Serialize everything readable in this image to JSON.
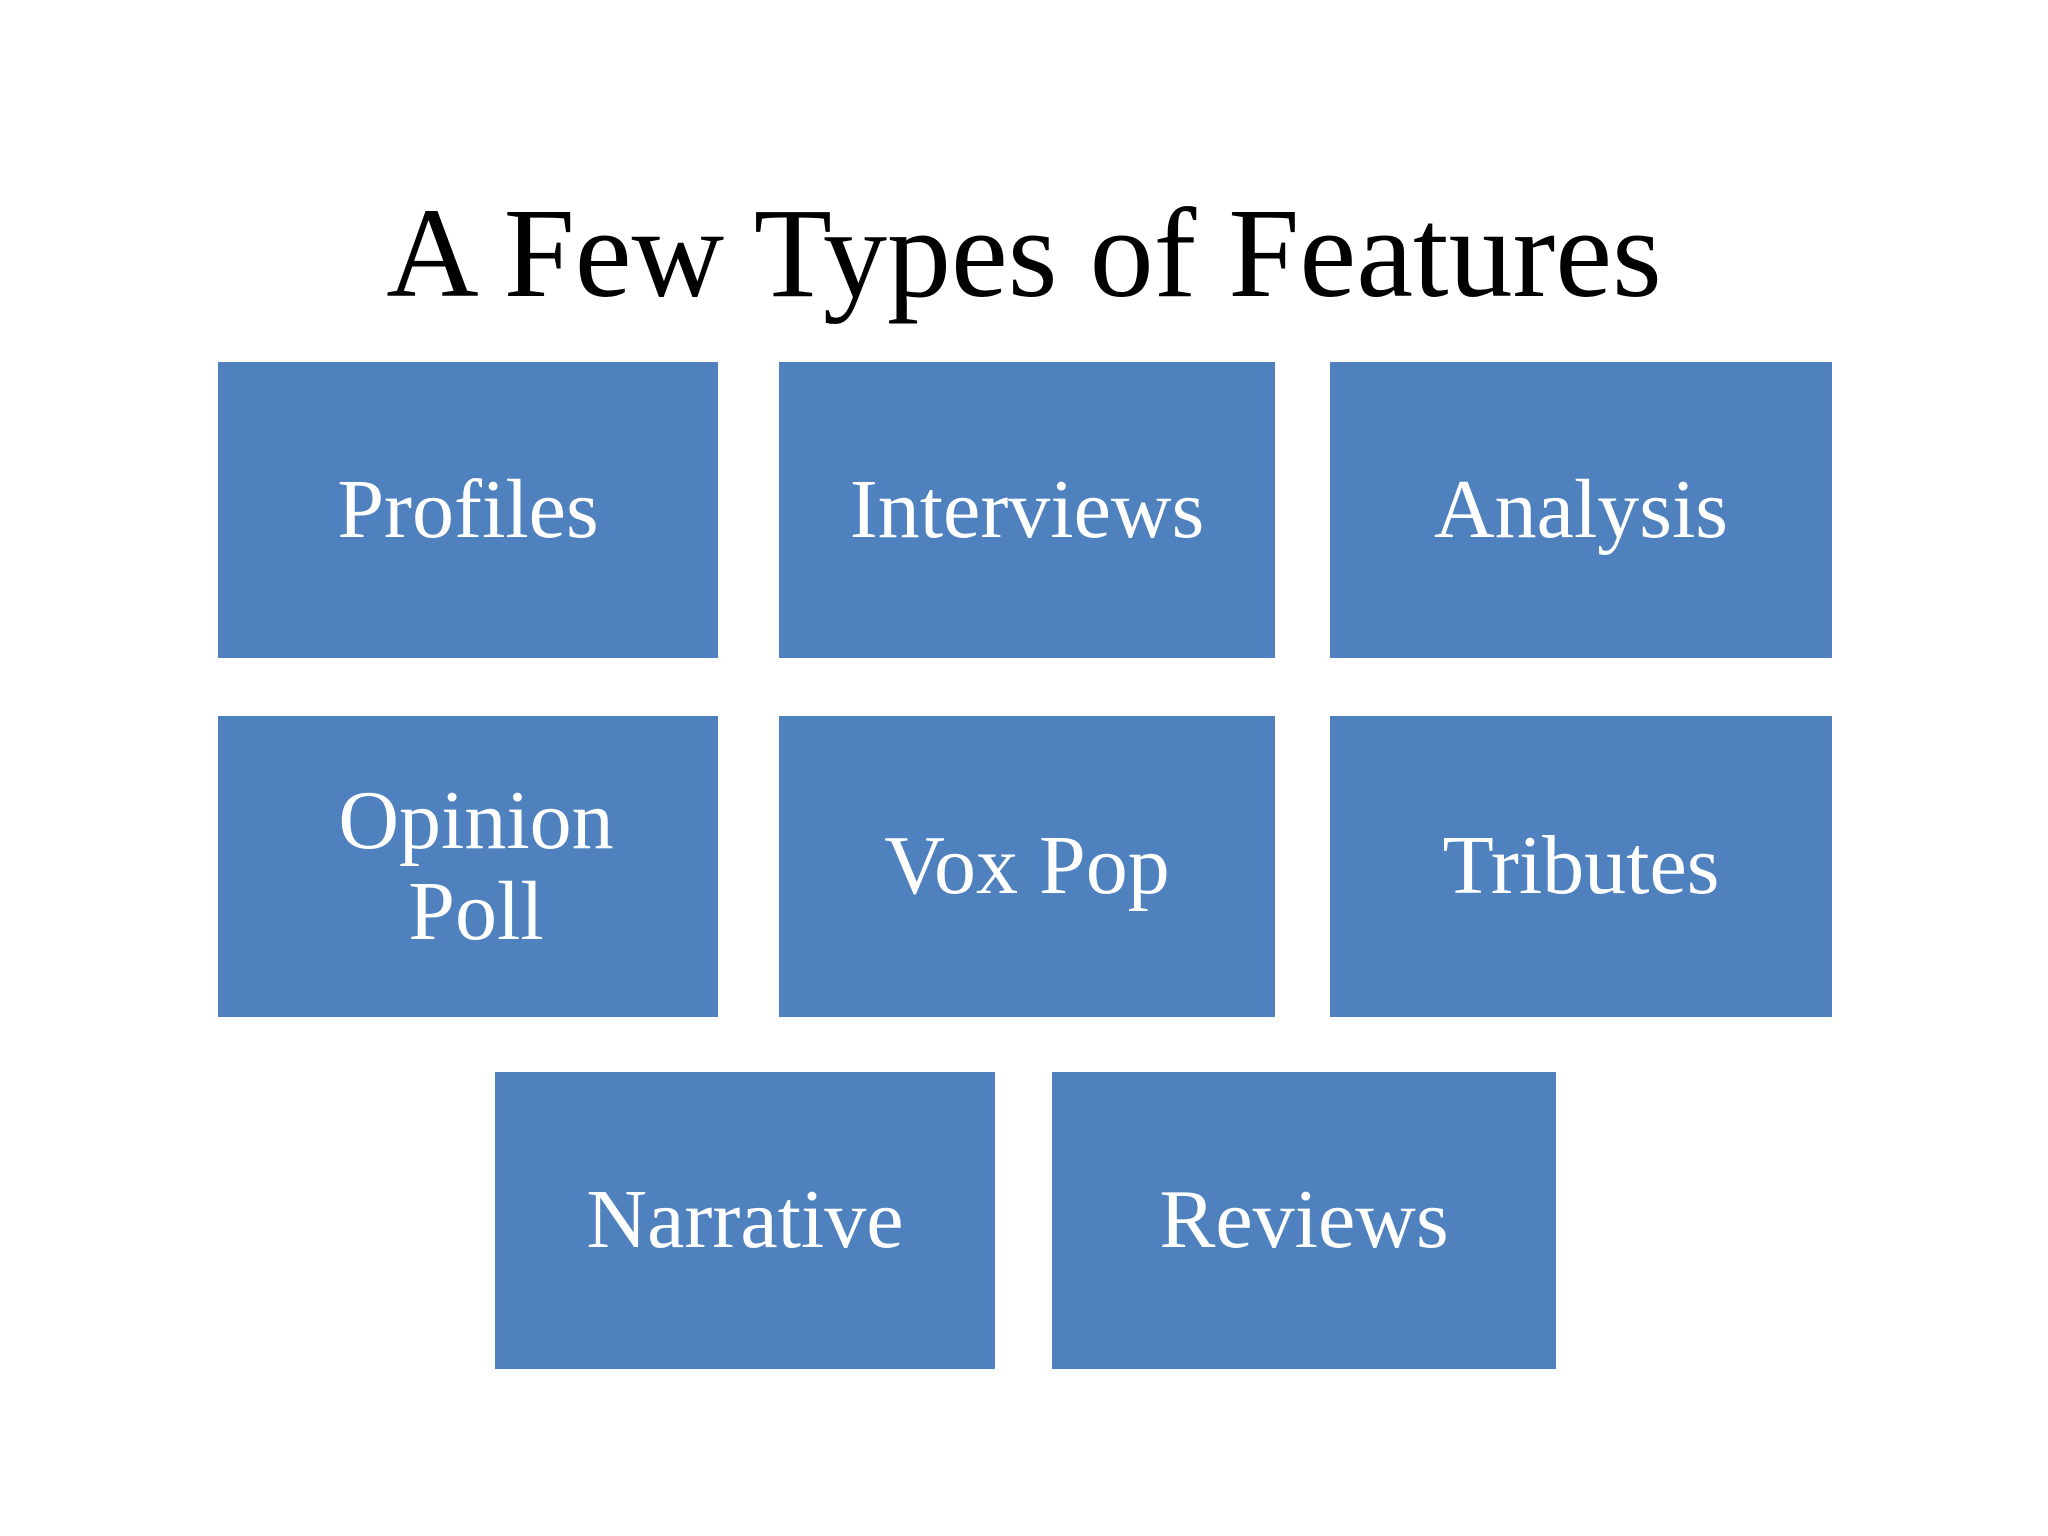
{
  "slide": {
    "title": "A Few Types of Features",
    "background_color": "#FFFFFF",
    "title_color": "#000000",
    "box_color": "#4E81BE",
    "box_text_color": "#FFFFFF"
  },
  "feature_boxes": [
    {
      "id": "profiles",
      "label": "Profiles",
      "row": 1,
      "column": 1
    },
    {
      "id": "interviews",
      "label": "Interviews",
      "row": 1,
      "column": 2
    },
    {
      "id": "analysis",
      "label": "Analysis",
      "row": 1,
      "column": 3
    },
    {
      "id": "opinion-poll",
      "label": "Opinion\nPoll",
      "row": 2,
      "column": 1
    },
    {
      "id": "vox-pop",
      "label": "Vox Pop",
      "row": 2,
      "column": 2
    },
    {
      "id": "tributes",
      "label": "Tributes",
      "row": 2,
      "column": 3
    },
    {
      "id": "narrative",
      "label": "Narrative",
      "row": 3,
      "column": 1
    },
    {
      "id": "reviews",
      "label": "Reviews",
      "row": 3,
      "column": 2
    }
  ]
}
